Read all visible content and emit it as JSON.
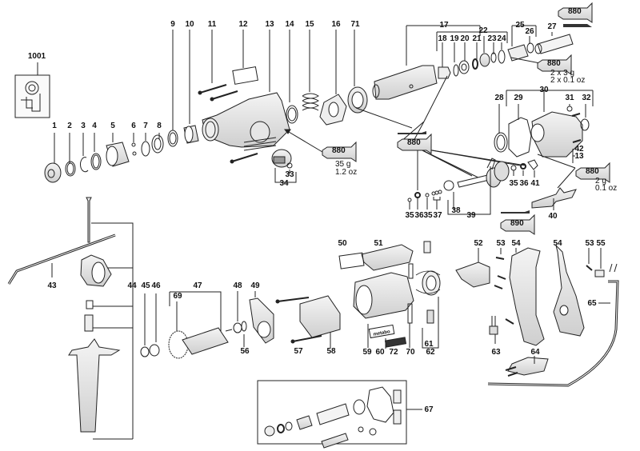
{
  "diagram": {
    "title": "Exploded parts view - hammer drill",
    "brand_plate_text": "metabo",
    "detail_view": {
      "label": "1001"
    },
    "part_labels": {
      "p1": "1",
      "p2": "2",
      "p3": "3",
      "p4": "4",
      "p5": "5",
      "p6": "6",
      "p7": "7",
      "p8": "8",
      "p9": "9",
      "p10": "10",
      "p11": "11",
      "p12": "12",
      "p13": "13",
      "p14": "14",
      "p15": "15",
      "p16": "16",
      "p71": "71",
      "p17": "17",
      "p18": "18",
      "p19": "19",
      "p20": "20",
      "p21": "21",
      "p22": "22",
      "p23": "23",
      "p24": "24",
      "p25": "25",
      "p26": "26",
      "p27": "27",
      "p28": "28",
      "p29": "29",
      "p30": "30",
      "p31": "31",
      "p32": "32",
      "p42": "42",
      "p13b": "13",
      "p33": "33",
      "p34": "34",
      "p35a": "35",
      "p36a": "36",
      "p35b": "35",
      "p37": "37",
      "p38": "38",
      "p39": "39",
      "p35c": "35",
      "p36b": "36",
      "p41": "41",
      "p40": "40",
      "p43": "43",
      "p44": "44",
      "p45": "45",
      "p46": "46",
      "p47": "47",
      "p69": "69",
      "p48": "48",
      "p56": "56",
      "p49": "49",
      "p57": "57",
      "p58": "58",
      "p50": "50",
      "p51": "51",
      "p59": "59",
      "p60": "60",
      "p72": "72",
      "p70": "70",
      "p61": "61",
      "p62": "62",
      "p52": "52",
      "p53a": "53",
      "p54a": "54",
      "p54b": "54",
      "p53b": "53",
      "p55": "55",
      "p65": "65",
      "p63": "63",
      "p64": "64",
      "p67": "67"
    },
    "grease_tubes": [
      {
        "id": "tube-a",
        "code": "880",
        "amount": "35 g",
        "amount_imperial": "1.2 oz"
      },
      {
        "id": "tube-b",
        "code": "880"
      },
      {
        "id": "tube-c",
        "code": "880"
      },
      {
        "id": "tube-d",
        "code": "880",
        "amount": "2 x 3 g",
        "amount_imperial": "2 x 0.1 oz"
      },
      {
        "id": "tube-e",
        "code": "880",
        "amount": "2 g",
        "amount_imperial": "0.1 oz"
      },
      {
        "id": "tube-f",
        "code": "890"
      }
    ]
  }
}
